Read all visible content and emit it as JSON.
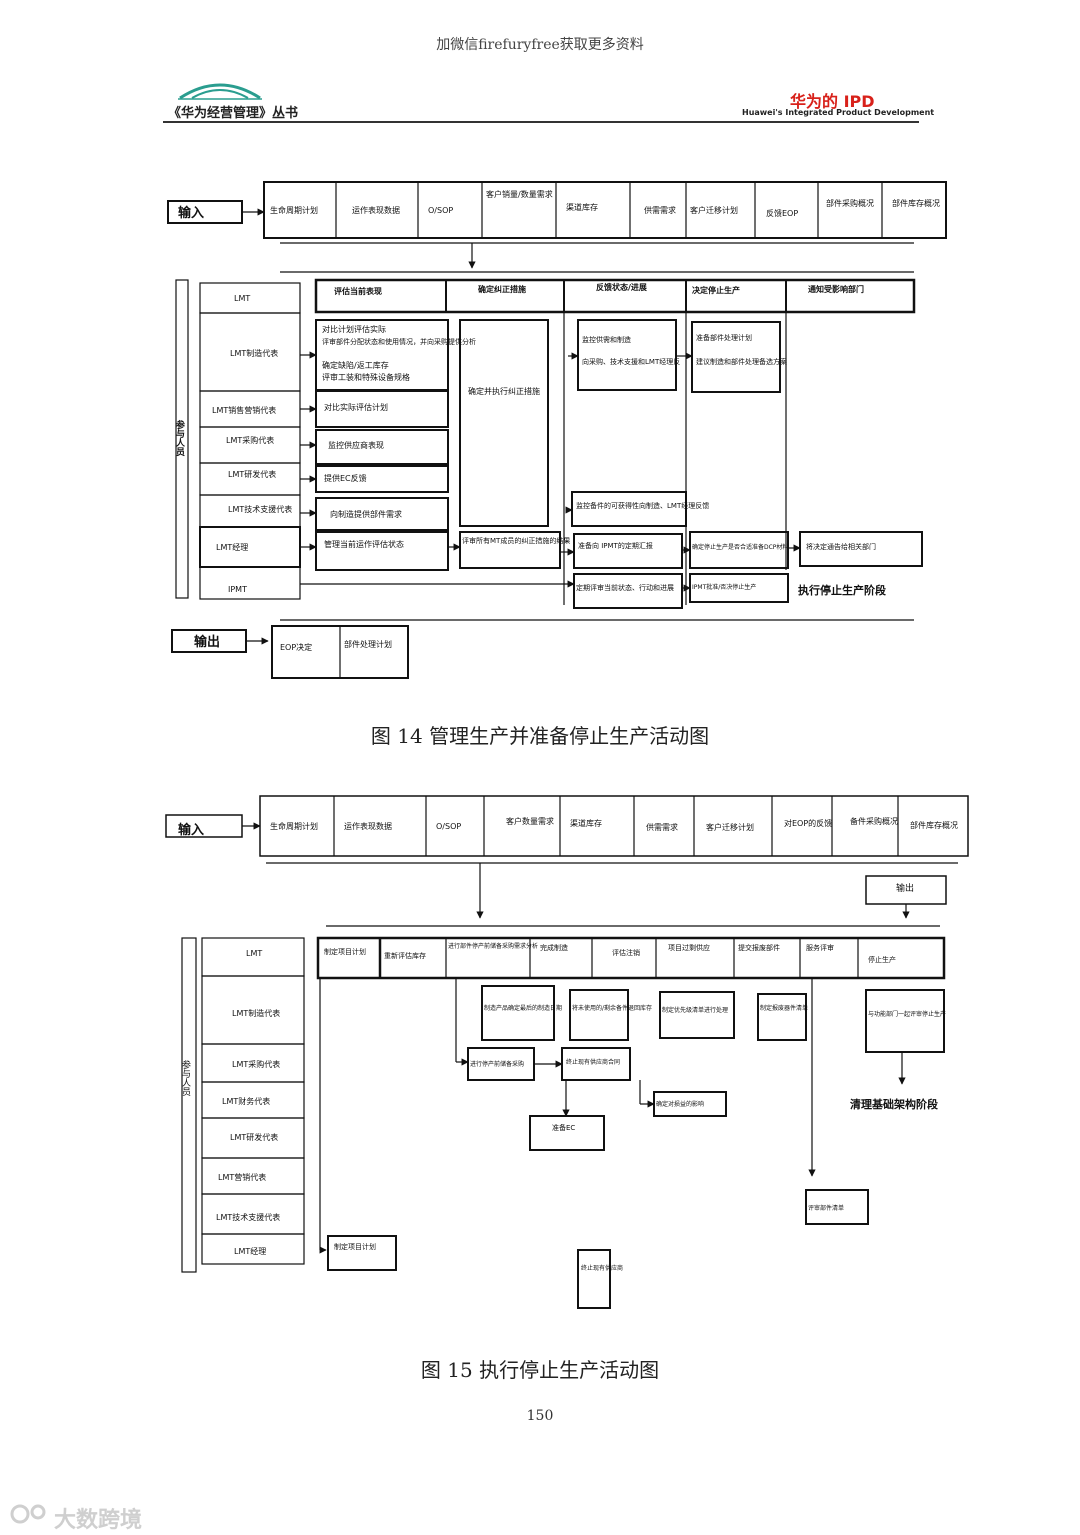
{
  "page": {
    "top_note": "加微信firefuryfree获取更多资料",
    "series_title": "《华为经营管理》丛书",
    "brand_title": "华为的 IPD",
    "brand_subtitle": "Huawei's Integrated Product Development",
    "page_number": "150",
    "watermark": "大数跨境"
  },
  "fig14": {
    "caption": "图 14 管理生产并准备停止生产活动图",
    "input_label": "输入",
    "output_label": "输出",
    "participants_label": "参与人员",
    "inputs": [
      "生命周期计划",
      "运作表现数据",
      "O/SOP",
      "客户销量/数量需求",
      "渠道库存",
      "供需需求",
      "客户迁移计划",
      "反馈EOP",
      "部件采购概况",
      "部件库存概况"
    ],
    "phases": [
      "评估当前表现",
      "确定纠正措施",
      "反馈状态/进展",
      "决定停止生产",
      "通知受影响部门"
    ],
    "roles": [
      "LMT",
      "LMT制造代表",
      "LMT销售营销代表",
      "LMT采购代表",
      "LMT研发代表",
      "LMT技术支援代表",
      "LMT经理",
      "IPMT"
    ],
    "tasks": {
      "t1_bullets": [
        "对比计划评估实际",
        "评审部件分配状态和使用情况，并向采购提供分析",
        "确定缺陷/返工库存",
        "评审工装和特殊设备规格"
      ],
      "t2": "对比实际评估计划",
      "t3": "监控供应商表现",
      "t4": "提供EC反馈",
      "t5": "向制造提供部件需求",
      "t6": "管理当前运作评估状态",
      "t7": "确定并执行纠正措施",
      "t8": "评审所有MT成员的纠正措施的结果",
      "t9_bullets": [
        "监控供需和制造",
        "向采购、技术支援和LMT经理反"
      ],
      "t10_bullets": [
        "准备部件处理计划",
        "建议制造和部件处理备选方案"
      ],
      "t11": "监控备件的可获得性向制造、LMT经理反馈",
      "t12": "准备向 IPMT的定期汇报",
      "t13": "定期评审当前状态、行动和进展",
      "t14": "确定停止生产是否合适准备DCP材料",
      "t15": "将决定通告给相关部门",
      "t16": "IPMT批准/否决停止生产",
      "next_stage": "执行停止生产阶段"
    },
    "outputs": [
      "EOP决定",
      "部件处理计划"
    ]
  },
  "fig15": {
    "caption": "图 15 执行停止生产活动图",
    "input_label": "输入",
    "output_label": "输出",
    "participants_label": "参与人员",
    "inputs": [
      "生命周期计划",
      "运作表现数据",
      "O/SOP",
      "客户数量需求",
      "渠道库存",
      "供需需求",
      "客户迁移计划",
      "对EOP的反馈",
      "备件采购概况",
      "部件库存概况"
    ],
    "phases": [
      "制定项目计划",
      "重新评估库存",
      "进行部件停产前储备采购需求分析",
      "完成制造",
      "评估注销",
      "项目过剩供应",
      "提交报废部件",
      "服务评审",
      "停止生产"
    ],
    "roles": [
      "LMT",
      "LMT制造代表",
      "LMT采购代表",
      "LMT财务代表",
      "LMT研发代表",
      "LMT营销代表",
      "LMT技术支援代表",
      "LMT经理"
    ],
    "tasks": {
      "a1": "制造产品确定最后的制造日期",
      "a2": "将未使用的/剩余备件退回库存",
      "a3": "制定优先级清单进行处理",
      "a4": "制定报废器件清单",
      "a5": "与功能部门一起评审停止生产",
      "a6": "进行停产前储备采购",
      "a7": "终止现有供应商合同",
      "a8": "确定对损益的影响",
      "a9": "准备EC",
      "a10": "评审部件清单",
      "a11": "制定项目计划",
      "a12": "终止现有供应商",
      "next_stage": "清理基础架构阶段"
    }
  }
}
